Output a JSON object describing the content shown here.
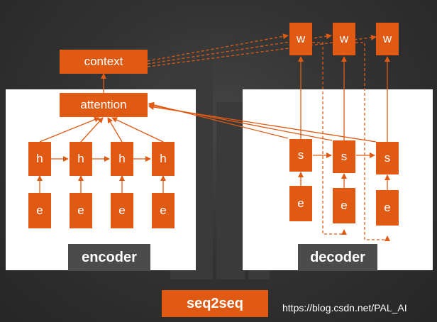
{
  "encoder": {
    "label": "encoder",
    "context_label": "context",
    "attention_label": "attention",
    "hidden_labels": [
      "h",
      "h",
      "h",
      "h"
    ],
    "embed_labels": [
      "e",
      "e",
      "e",
      "e"
    ]
  },
  "decoder": {
    "label": "decoder",
    "output_labels": [
      "w",
      "w",
      "w"
    ],
    "state_labels": [
      "s",
      "s",
      "s"
    ],
    "embed_labels": [
      "e",
      "e",
      "e"
    ]
  },
  "footer": {
    "title": "seq2seq",
    "watermark": "https://blog.csdn.net/PAL_AI"
  },
  "colors": {
    "accent": "#e05a14",
    "panel": "#ffffff",
    "background": "#2b2b2b",
    "tag": "#4b4b4b"
  }
}
